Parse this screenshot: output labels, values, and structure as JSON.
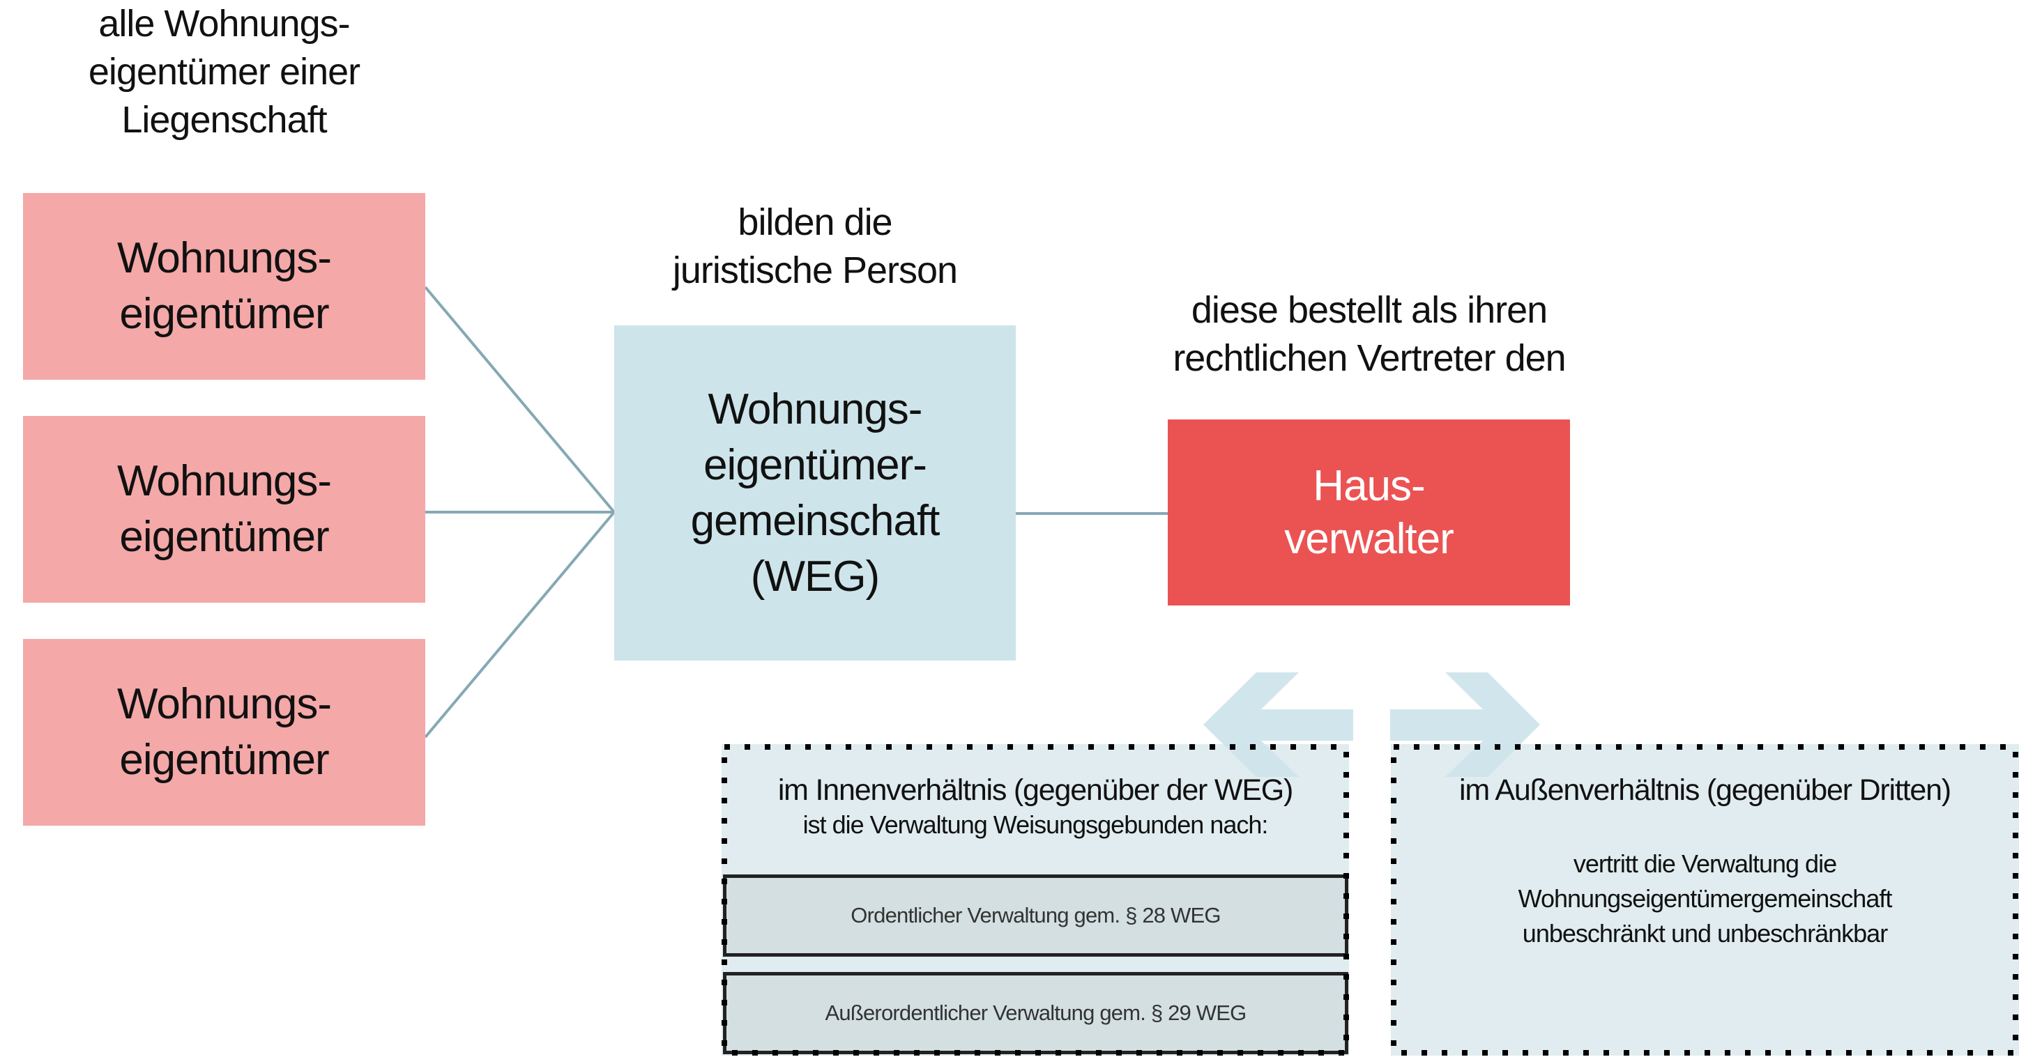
{
  "colors": {
    "owner_fill": "#f4a8a8",
    "weg_fill": "#cde4ea",
    "verwalter_fill": "#eb5353",
    "connector": "#86a8b4",
    "arrow_fill": "#cde4ea",
    "panel_fill": "#e0ecef",
    "subbox_fill": "#d3dfe1"
  },
  "owners_caption": [
    "alle Wohnungs-",
    "eigentümer einer",
    "Liegenschaft"
  ],
  "owners": [
    {
      "line1": "Wohnungs-",
      "line2": "eigentümer"
    },
    {
      "line1": "Wohnungs-",
      "line2": "eigentümer"
    },
    {
      "line1": "Wohnungs-",
      "line2": "eigentümer"
    }
  ],
  "weg_caption": [
    "bilden die",
    "juristische Person"
  ],
  "weg": {
    "lines": [
      "Wohnungs-",
      "eigentümer-",
      "gemeinschaft",
      "(WEG)"
    ]
  },
  "verwalter_caption": [
    "diese bestellt als ihren",
    "rechtlichen Vertreter den"
  ],
  "verwalter": {
    "lines": [
      "Haus-",
      "verwalter"
    ]
  },
  "arrows": {
    "left": "arrow-left",
    "right": "arrow-right"
  },
  "inner_panel": {
    "title": "im Innenverhältnis (gegenüber der WEG)",
    "subtitle": "ist die Verwaltung Weisungsgebunden nach:",
    "items": [
      "Ordentlicher Verwaltung gem. § 28 WEG",
      "Außerordentlicher Verwaltung gem. § 29 WEG"
    ]
  },
  "outer_panel": {
    "title": "im Außenverhältnis (gegenüber Dritten)",
    "body": [
      "vertritt die Verwaltung die",
      "Wohnungseigentümergemeinschaft",
      "unbeschränkt und unbeschränkbar"
    ]
  }
}
